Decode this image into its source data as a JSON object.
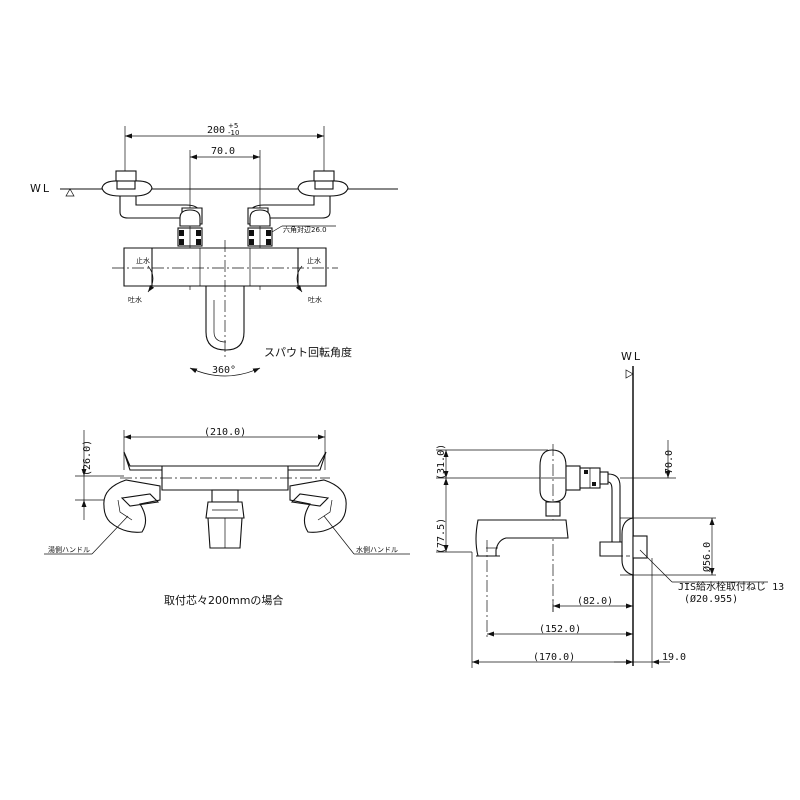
{
  "top_view": {
    "wl_label": "WL",
    "dim_overall": "200",
    "dim_overall_tol_upper": "+5",
    "dim_overall_tol_lower": "-10",
    "dim_center": "70.0",
    "hex_label": "六角対辺26.0",
    "stop_left": "止水",
    "spout_left": "吐水",
    "stop_right": "止水",
    "spout_right": "吐水",
    "spout_rotation_label": "スパウト回転角度",
    "rotation_angle": "360°"
  },
  "front_view": {
    "dim_width": "(210.0)",
    "dim_height": "(26.0)",
    "hot_handle_label": "湯側ハンドル",
    "cold_handle_label": "水側ハンドル",
    "mounting_label": "取付芯々200mmの場合"
  },
  "side_view": {
    "wl_label": "WL",
    "dim_31": "(31.0)",
    "dim_77": "(77.5)",
    "dim_70": "70.0",
    "dim_56": "Ø56.0",
    "dim_82": "(82.0)",
    "dim_152": "(152.0)",
    "dim_170": "(170.0)",
    "dim_19": "19.0",
    "jis_label": "JIS給水栓取付ねじ 13",
    "jis_dia": "(Ø20.955)"
  }
}
